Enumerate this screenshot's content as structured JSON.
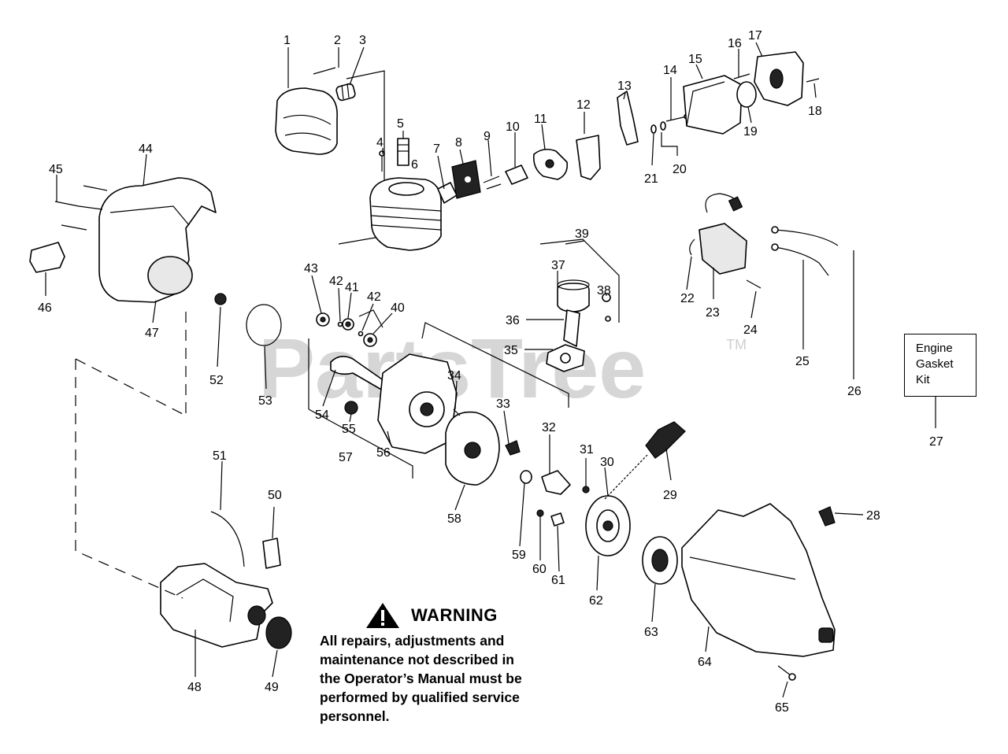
{
  "watermark": "PartsTree",
  "watermark_tm": "TM",
  "kit_box": {
    "line1": "Engine",
    "line2": "Gasket",
    "line3": "Kit"
  },
  "warning": {
    "title": "WARNING",
    "line1": "All repairs, adjustments and",
    "line2": "maintenance not described in",
    "line3": "the Operator’s Manual must be",
    "line4": "performed by qualified service",
    "line5": "personnel."
  },
  "callouts": [
    "1",
    "2",
    "3",
    "4",
    "5",
    "6",
    "7",
    "8",
    "9",
    "10",
    "11",
    "12",
    "13",
    "14",
    "15",
    "16",
    "17",
    "18",
    "19",
    "20",
    "21",
    "22",
    "23",
    "24",
    "25",
    "26",
    "27",
    "28",
    "29",
    "30",
    "31",
    "32",
    "33",
    "34",
    "35",
    "36",
    "37",
    "38",
    "39",
    "40",
    "41",
    "42",
    "42",
    "43",
    "44",
    "45",
    "46",
    "47",
    "48",
    "49",
    "50",
    "51",
    "52",
    "53",
    "54",
    "55",
    "56",
    "57",
    "58",
    "59",
    "60",
    "61",
    "62",
    "63",
    "64",
    "65"
  ]
}
